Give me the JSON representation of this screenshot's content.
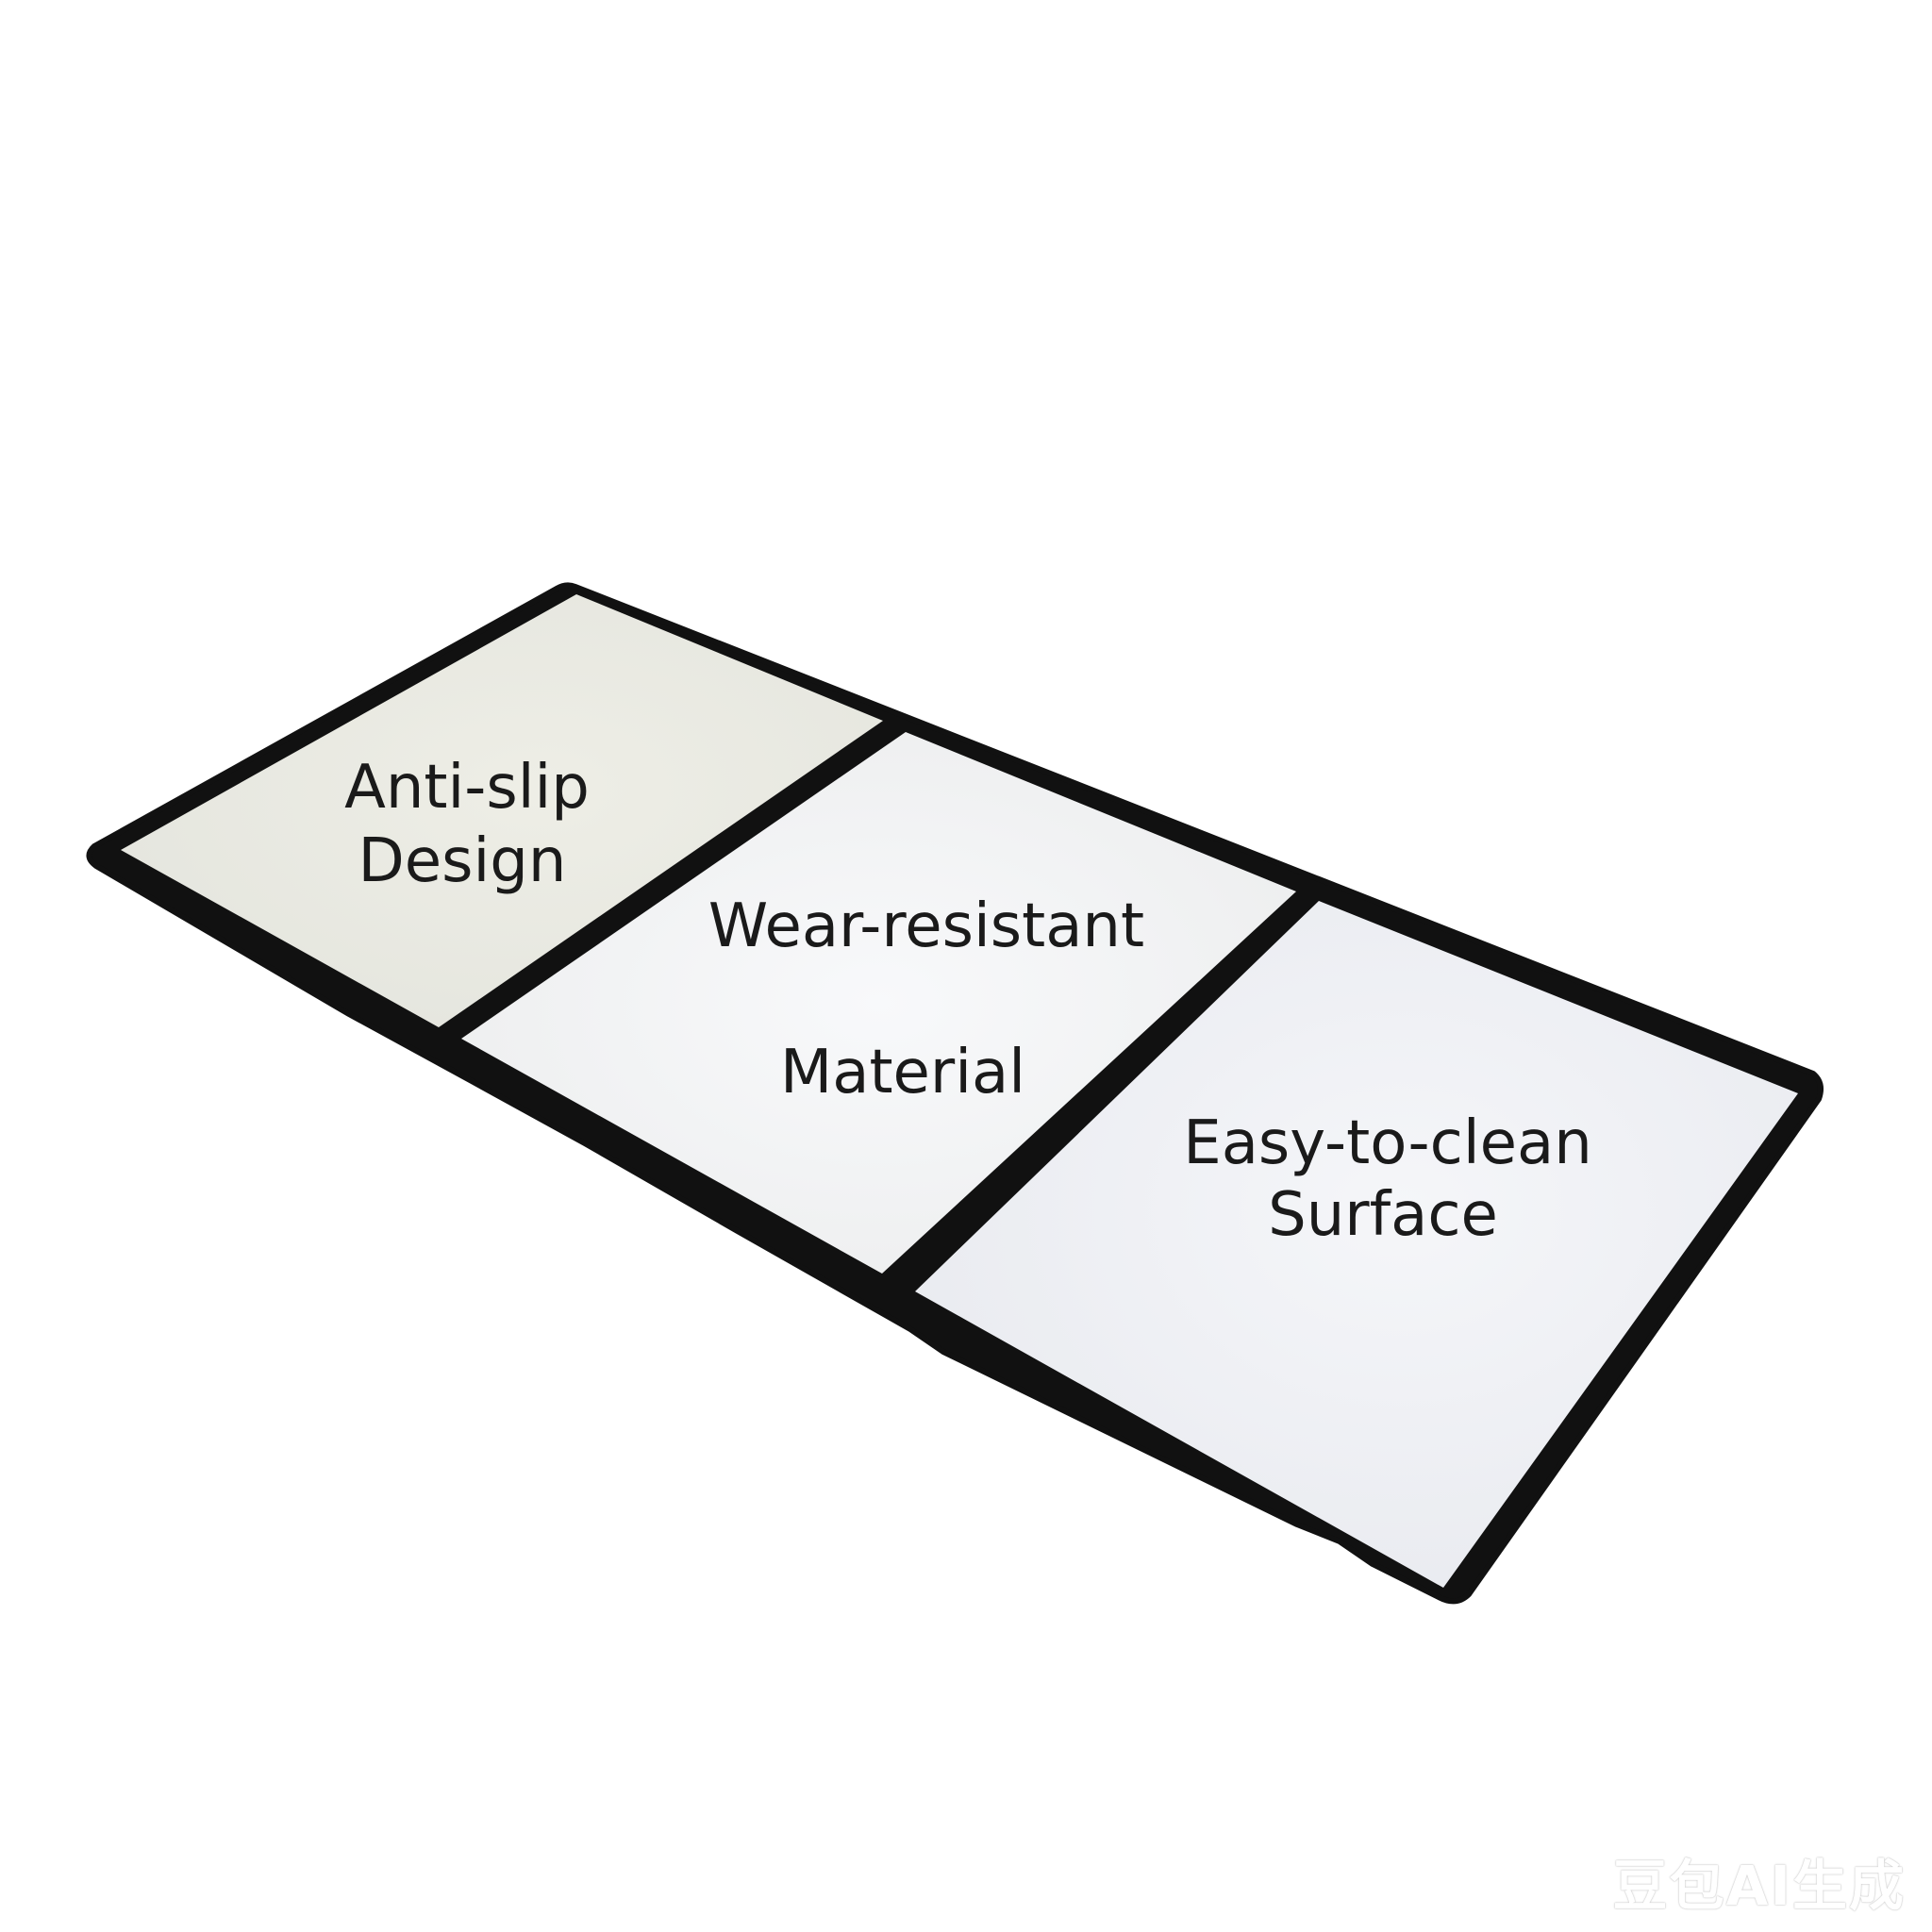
{
  "panels": [
    {
      "id": "anti-slip",
      "lines": [
        "Anti-slip",
        "Design"
      ]
    },
    {
      "id": "wear-resistant",
      "lines": [
        "Wear-resistant",
        "Material"
      ]
    },
    {
      "id": "easy-clean",
      "lines": [
        "Easy-to-clean",
        "Surface"
      ]
    }
  ],
  "colors": {
    "outline": "#111111",
    "panel_left": "#ecece4",
    "panel_mid": "#f4f5f6",
    "panel_right": "#eef0f4",
    "text": "#1a1a1a"
  },
  "watermark": "豆包AI生成"
}
